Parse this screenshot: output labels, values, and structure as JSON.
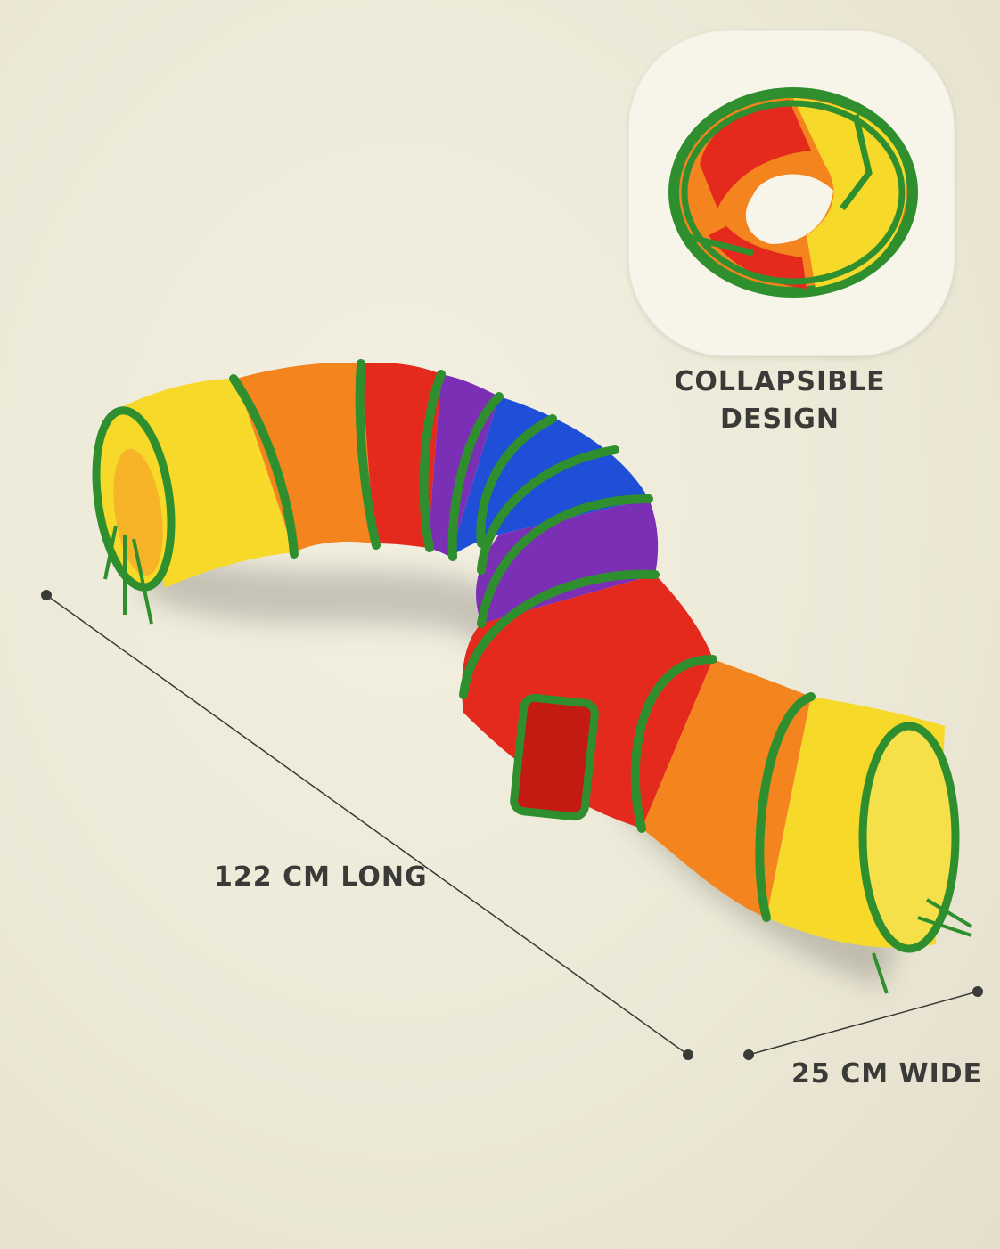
{
  "labels": {
    "collapsible": [
      "COLLAPSIBLE",
      "DESIGN"
    ],
    "length": "122 CM LONG",
    "width": "25 CM WIDE"
  },
  "colors": {
    "background": "#eeead8",
    "text": "#3a3a38",
    "trim_green": "#2f8f2f",
    "yellow": "#f7d92a",
    "orange": "#f4851e",
    "red": "#e42a1d",
    "purple": "#7b2fb5",
    "blue": "#1f4fd6"
  },
  "product": {
    "name": "rainbow cat tunnel",
    "segment_colors": [
      "yellow",
      "orange",
      "red",
      "purple",
      "blue",
      "purple",
      "red",
      "orange",
      "yellow"
    ]
  }
}
